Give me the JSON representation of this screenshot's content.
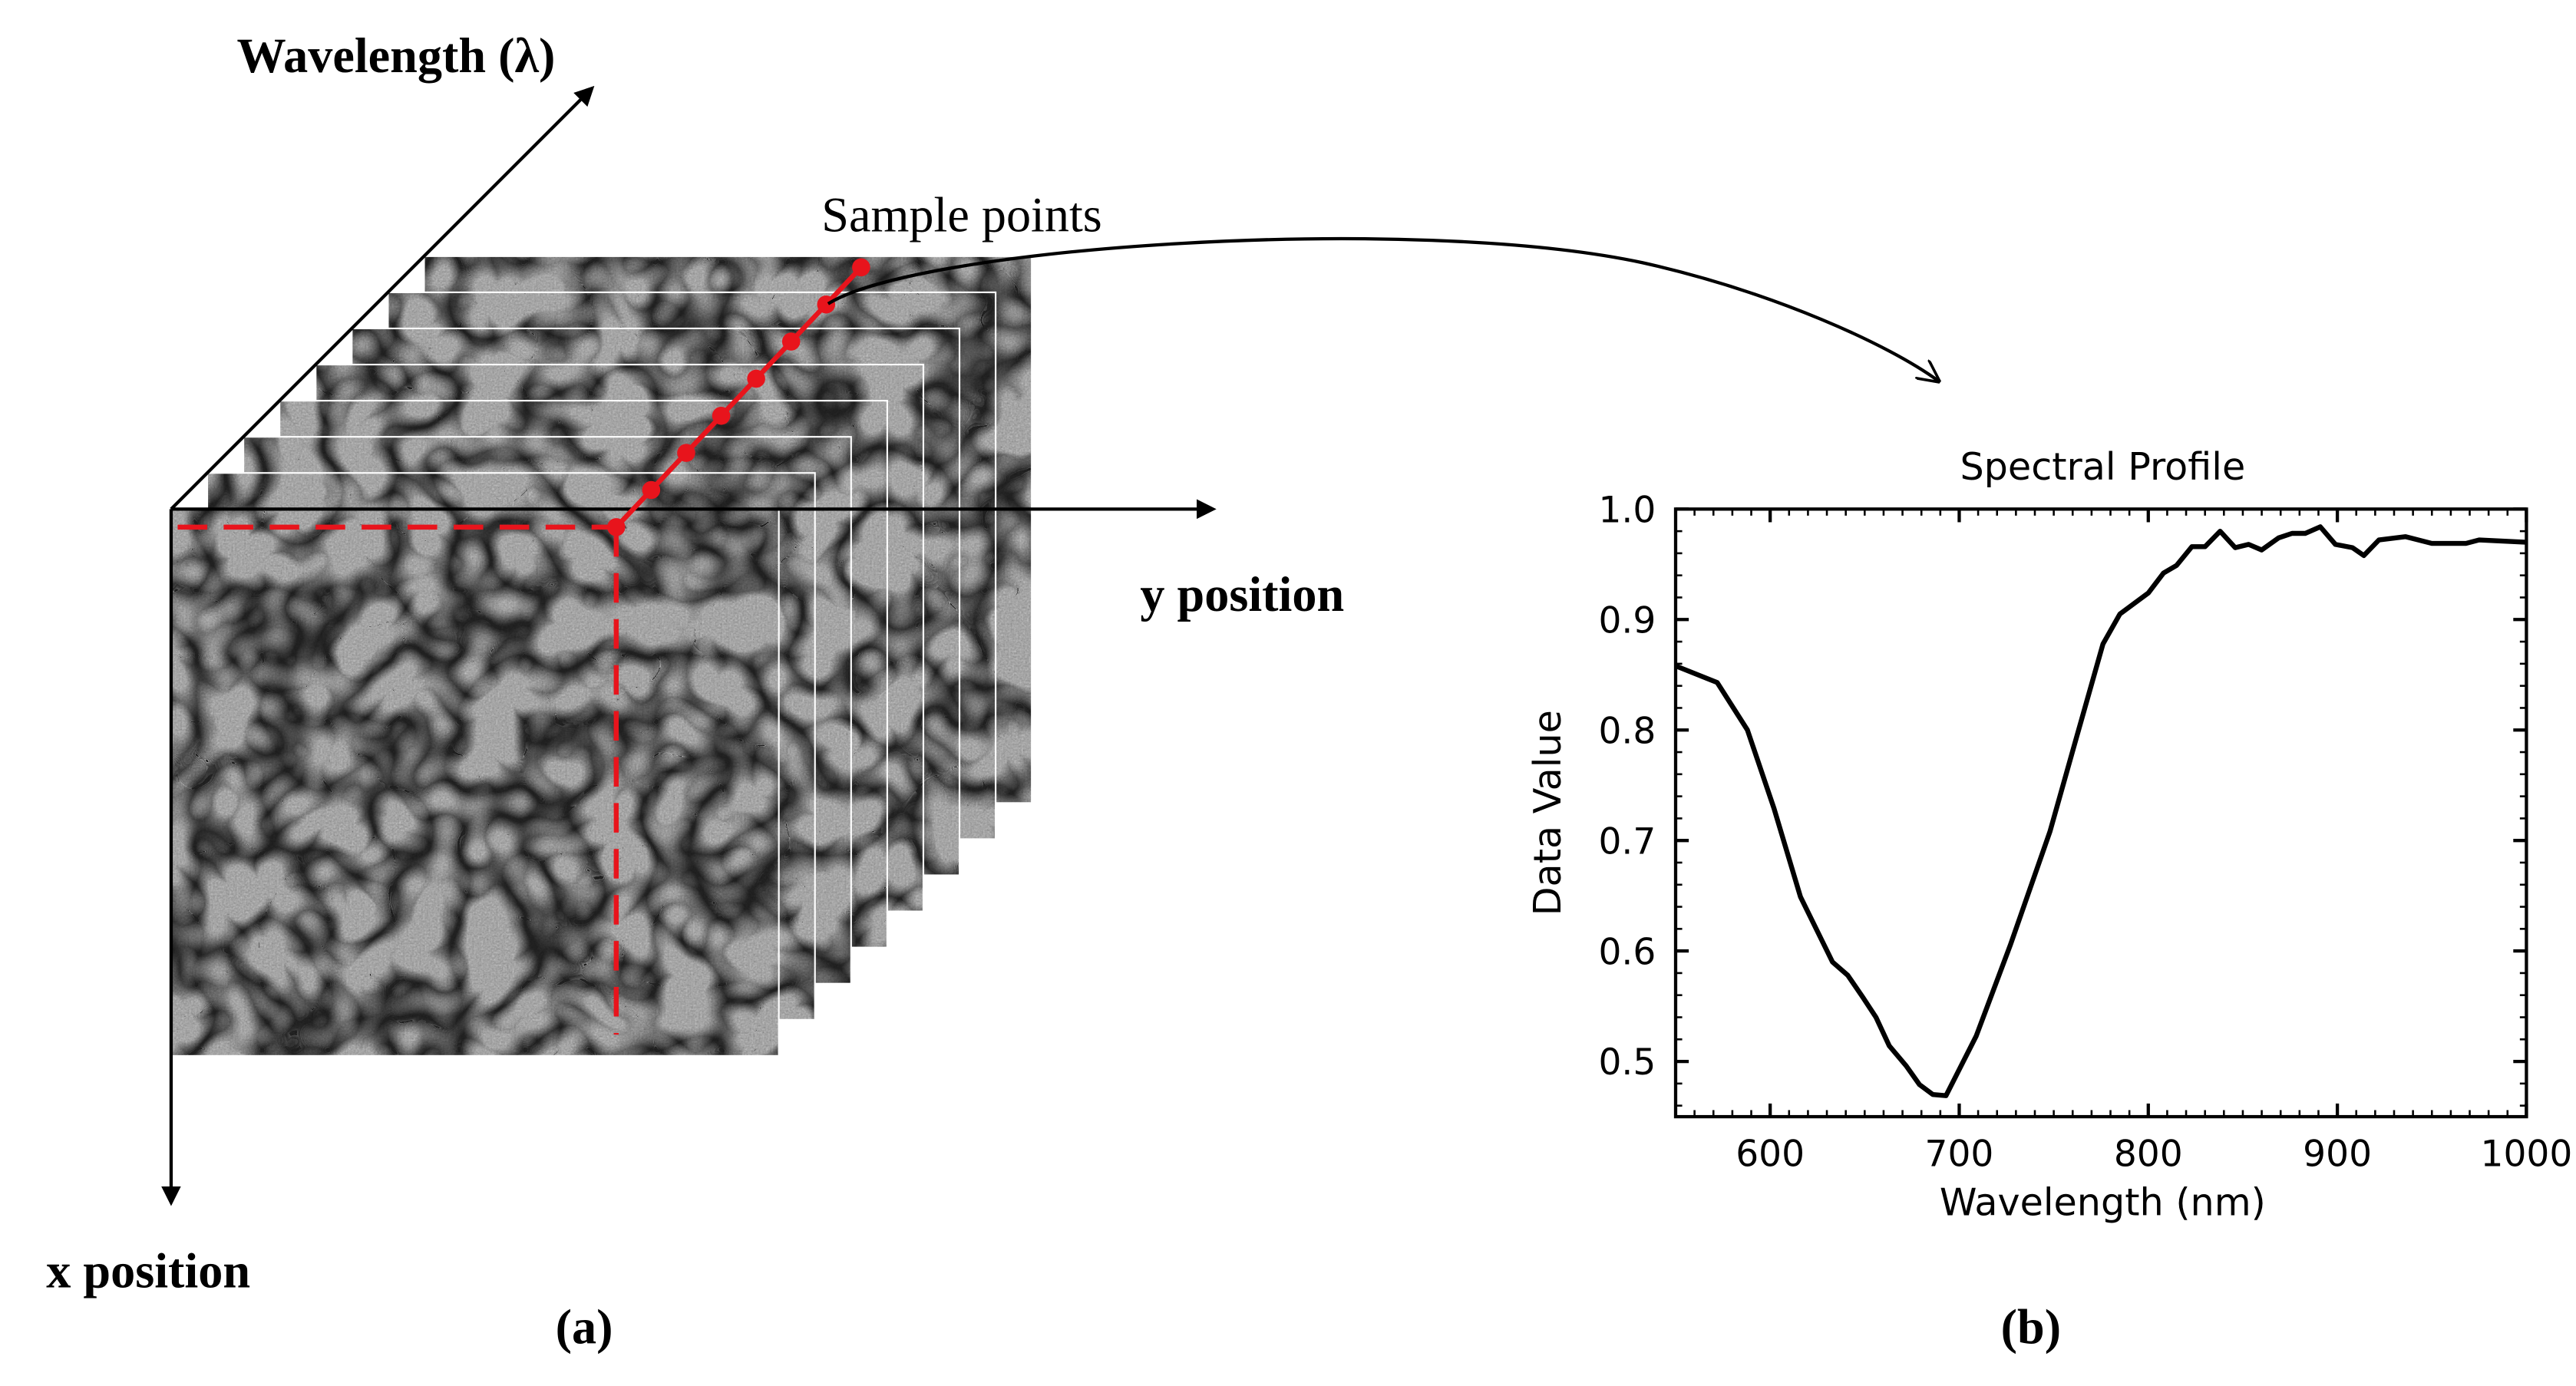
{
  "panel_a": {
    "axis_wavelength": "Wavelength (λ)",
    "axis_y": "y position",
    "axis_x": "x position",
    "annotation": "Sample points",
    "caption": "(a)",
    "sample_point_count": 8,
    "frame_count": 8,
    "colors": {
      "marker": "#e8141c",
      "axis": "#000000"
    }
  },
  "panel_b": {
    "caption": "(b)"
  },
  "chart_data": {
    "type": "line",
    "title": "Spectral Profile",
    "xlabel": "Wavelength (nm)",
    "ylabel": "Data Value",
    "xlim": [
      550,
      1000
    ],
    "ylim": [
      0.45,
      1.0
    ],
    "xticks": [
      "600",
      "700",
      "800",
      "900",
      "1000"
    ],
    "yticks": [
      "1.0",
      "0.9",
      "0.8",
      "0.7",
      "0.6",
      "0.5"
    ],
    "grid": false,
    "series": [
      {
        "name": "Spectral Profile",
        "x": [
          550,
          572,
          588,
          602,
          616,
          633,
          641,
          649,
          656,
          663,
          672,
          679,
          686,
          693,
          709,
          727,
          748,
          762,
          776,
          785,
          800,
          808,
          815,
          823,
          830,
          838,
          846,
          853,
          860,
          869,
          876,
          883,
          891,
          899,
          908,
          914,
          922,
          936,
          950,
          968,
          975,
          1000
        ],
        "y": [
          0.858,
          0.843,
          0.8,
          0.729,
          0.649,
          0.59,
          0.578,
          0.558,
          0.54,
          0.514,
          0.496,
          0.479,
          0.47,
          0.469,
          0.523,
          0.605,
          0.708,
          0.793,
          0.878,
          0.905,
          0.924,
          0.942,
          0.949,
          0.966,
          0.966,
          0.98,
          0.965,
          0.968,
          0.963,
          0.974,
          0.978,
          0.978,
          0.984,
          0.968,
          0.965,
          0.958,
          0.972,
          0.975,
          0.969,
          0.969,
          0.972,
          0.97
        ]
      }
    ]
  }
}
